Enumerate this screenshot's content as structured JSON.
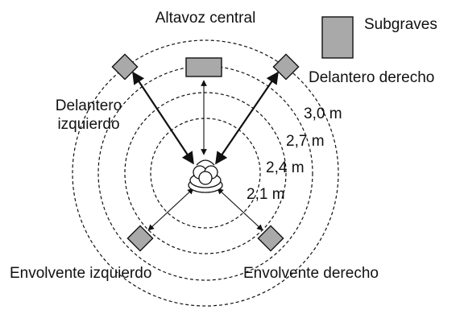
{
  "colors": {
    "speaker_fill": "#a9a9a9",
    "stroke": "#111111",
    "background": "#ffffff"
  },
  "labels": {
    "center": "Altavoz central",
    "subwoofer": "Subgraves",
    "front_right": "Delantero derecho",
    "front_left_line1": "Delantero",
    "front_left_line2": "izquierdo",
    "surround_left": "Envolvente izquierdo",
    "surround_right": "Envolvente derecho"
  },
  "distances": [
    "3,0 m",
    "2,7 m",
    "2,4 m",
    "2,1 m"
  ],
  "icons": {
    "listener": "listener-icon",
    "speaker": "speaker-icon"
  }
}
